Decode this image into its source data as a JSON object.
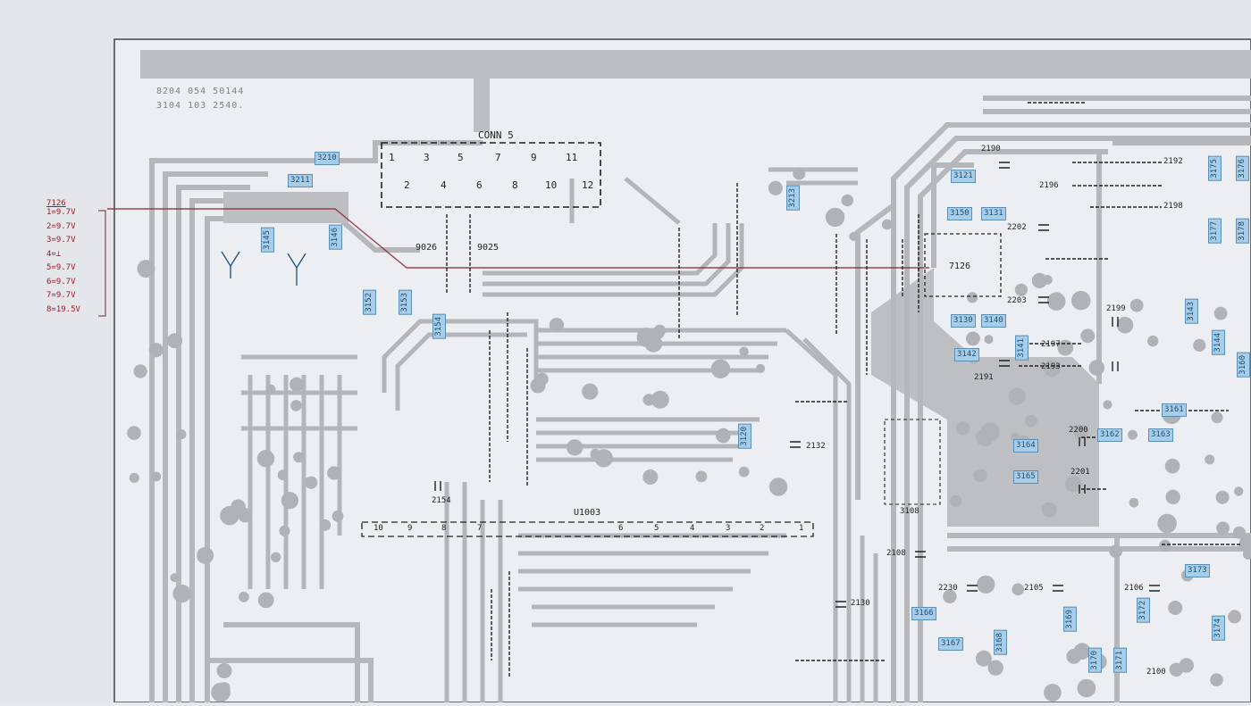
{
  "part_codes": [
    "8204 054 50144",
    "3104 103 2540."
  ],
  "connector": {
    "title": "CONN 5",
    "pins_top": [
      "1",
      "3",
      "5",
      "7",
      "9",
      "11"
    ],
    "pins_bottom": [
      "2",
      "4",
      "6",
      "8",
      "10",
      "12"
    ]
  },
  "ic_legend": {
    "title": "7126",
    "pins": [
      "1=9.7V",
      "2=9.7V",
      "3=9.7V",
      "4=⊥",
      "5=9.7V",
      "6=9.7V",
      "7=9.7V",
      "8=19.5V"
    ]
  },
  "labels": {
    "j9026": "9026",
    "j9025": "9025",
    "u1003": "U1003",
    "c2154": "2154",
    "c2132": "2132",
    "c2130": "2130",
    "c2108": "2108",
    "c2230": "2230",
    "c2105": "2105",
    "c2106": "2106",
    "c2100": "2100",
    "c2190": "2190",
    "c2196": "2196",
    "c2202": "2202",
    "c2203": "2203",
    "c2197": "2197",
    "c2193": "2193",
    "c2191": "2191",
    "c2199": "2199",
    "c2200": "2200",
    "c2201": "2201",
    "c2192": "2192",
    "c2198": "2198",
    "ic7126": "7126",
    "ic3108": "3108"
  },
  "u1003_pins": [
    "10",
    "9",
    "8",
    "7",
    "6",
    "5",
    "4",
    "3",
    "2",
    "1"
  ],
  "blue_tags": [
    "3210",
    "3211",
    "3145",
    "3146",
    "3152",
    "3153",
    "3154",
    "3213",
    "3120",
    "3121",
    "3150",
    "3131",
    "3130",
    "3140",
    "3141",
    "3142",
    "3143",
    "3144",
    "3160",
    "3161",
    "3162",
    "3163",
    "3164",
    "3165",
    "3166",
    "3167",
    "3168",
    "3169",
    "3170",
    "3171",
    "3172",
    "3173",
    "3174",
    "3175",
    "3176",
    "3177",
    "3178"
  ]
}
